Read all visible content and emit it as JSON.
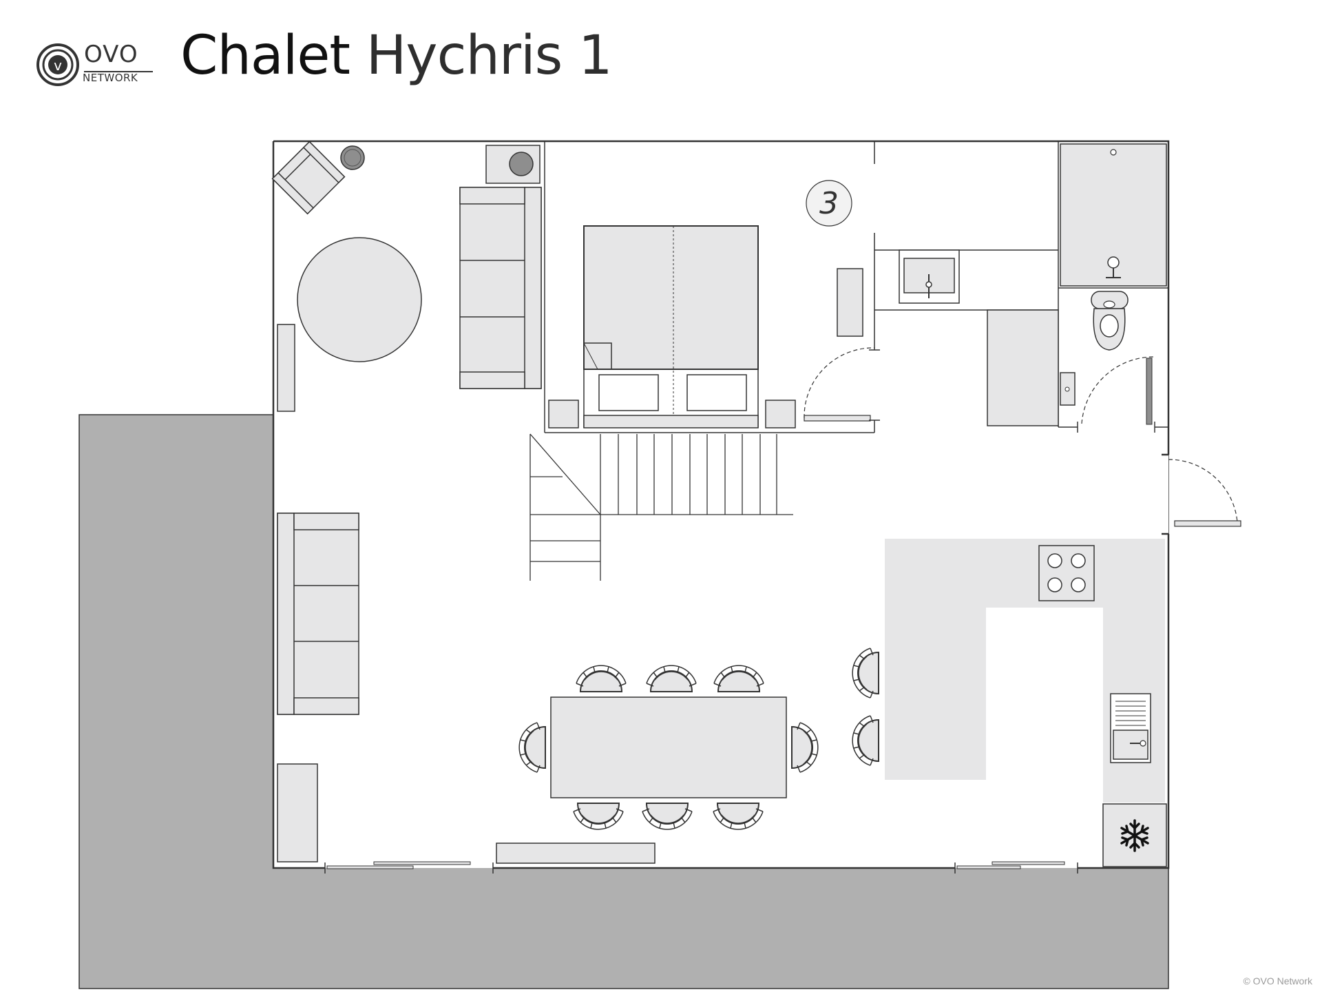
{
  "header": {
    "logo": {
      "word": "OVO",
      "sub": "NETWORK",
      "mark": "v"
    },
    "title_part1": "Chalet",
    "title_part2": "Hychris 1"
  },
  "plan": {
    "room_number": "3",
    "icons": {
      "freezer": "snowflake-icon"
    },
    "colors": {
      "terrace": "#b0b0b0",
      "furniture_fill": "#e6e6e7",
      "kitchen_counter": "#e6e6e7",
      "wall": "#333333",
      "accent_gray": "#8e8e8e"
    }
  },
  "footer": {
    "copyright": "© OVO Network"
  }
}
